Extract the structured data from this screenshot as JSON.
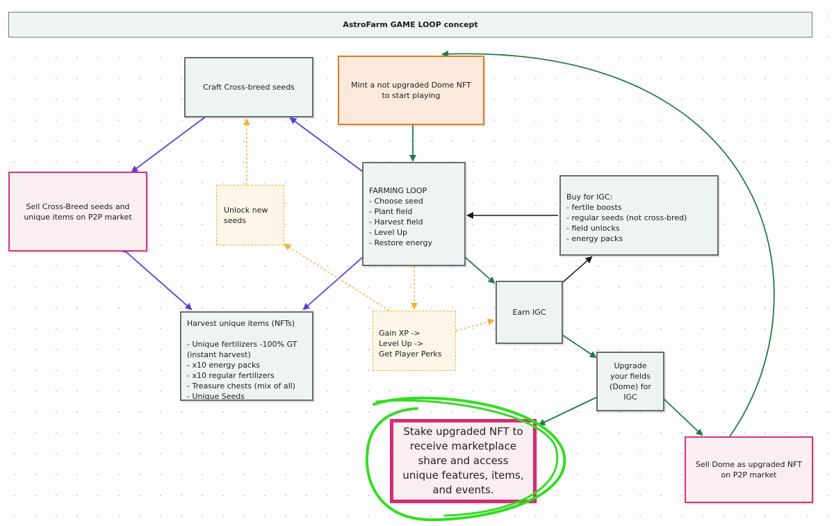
{
  "diagram": {
    "title": "AstroFarm GAME LOOP concept",
    "nodes": {
      "craft": {
        "text": "Craft Cross-breed seeds"
      },
      "mint": {
        "text": "Mint a not upgraded Dome NFT to start playing"
      },
      "sell_seeds": {
        "text": "Sell Cross-Breed seeds and unique items on P2P market"
      },
      "unlock": {
        "text": "Unlock new seeds"
      },
      "farming": {
        "title": "FARMING LOOP",
        "items": [
          "- Choose seed",
          "- Plant field",
          "- Harvest field",
          "- Level Up",
          "- Restore energy"
        ]
      },
      "buy": {
        "title": "Buy for IGC:",
        "items": [
          "- fertile boosts",
          "- regular seeds (not cross-bred)",
          "- field unlocks",
          "- energy packs"
        ]
      },
      "harvest": {
        "title": "Harvest unique items (NFTs)",
        "items": [
          "- Unique fertilizers -100% GT",
          "(instant harvest)",
          "- x10 energy packs",
          "- x10 regular fertilizers",
          "- Treasure chests (mix of all)",
          "- Unique Seeds"
        ]
      },
      "gain": {
        "lines": [
          "Gain XP ->",
          "Level Up ->",
          "Get Player Perks"
        ]
      },
      "earn": {
        "text": "Earn IGC"
      },
      "upgrade": {
        "text": "Upgrade your fields (Dome) for IGC"
      },
      "stake": {
        "text": "Stake upgraded NFT to receive marketplace share and access unique features, items, and events."
      },
      "sell_dome": {
        "text": "Sell Dome as upgraded NFT on P2P market"
      }
    },
    "colors": {
      "purple_arrow": "#5b3fd6",
      "green_arrow": "#1f7a4c",
      "black_arrow": "#1a1a1a",
      "yellow_dashed": "#f2b33c",
      "orange_border": "#e07a2a",
      "pink_border": "#d6337a",
      "highlight_green": "#33dd22"
    }
  }
}
